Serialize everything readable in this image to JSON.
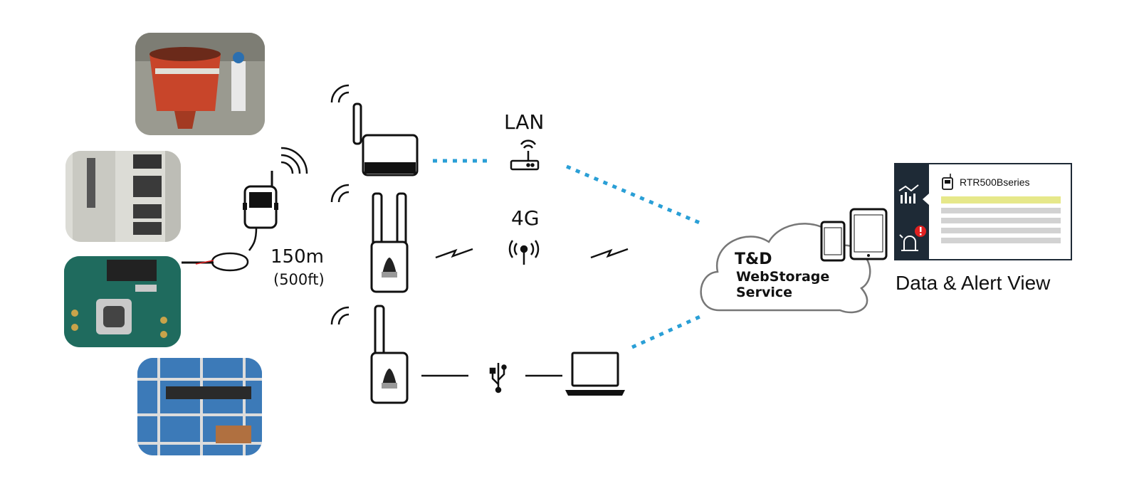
{
  "range": {
    "distance": "150m",
    "distance_imperial": "(500ft)"
  },
  "connections": {
    "lan_label": "LAN",
    "cellular_label": "4G"
  },
  "cloud": {
    "line1": "T&D",
    "line2": "WebStorage",
    "line3": "Service"
  },
  "dashboard": {
    "device_name": "RTR500Bseries",
    "caption": "Data & Alert View",
    "icons": [
      "chart-icon",
      "alarm-icon"
    ]
  },
  "photos": [
    "concrete-bucket-photo",
    "electrical-panel-photo",
    "circuit-board-photo",
    "scaffolding-photo"
  ],
  "colors": {
    "dotted_link": "#2a9fd6",
    "sidebar": "#1e2a36",
    "highlight_row": "#e6e88a",
    "alert": "#e02020",
    "bucket": "#c8452a",
    "pcb": "#1f6b5e",
    "sky": "#3c7ab8"
  }
}
